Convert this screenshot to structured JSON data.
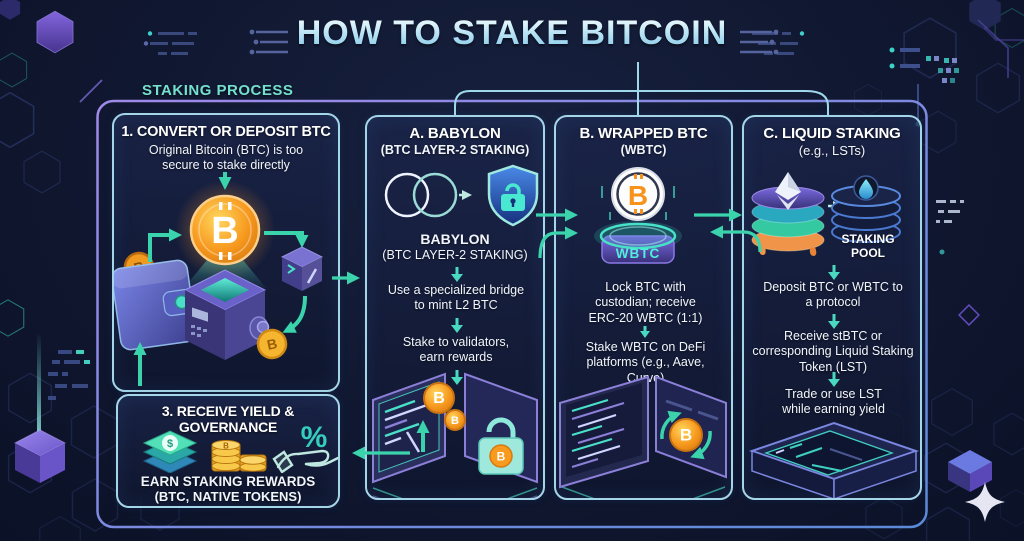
{
  "title": "HOW TO STAKE BITCOIN",
  "section_label": "STAKING PROCESS",
  "colors": {
    "background": "#101730",
    "box_border": "#a5d6e8",
    "outer_border_purple": "#a08ae8",
    "outer_border_blue": "#5a8ad8",
    "accent_teal": "#3bd3ab",
    "btc_orange": "#f7931a",
    "title_blue": "#bfe6f6"
  },
  "step1_box": {
    "heading": "1. CONVERT OR DEPOSIT BTC",
    "body": "Original Bitcoin (BTC) is too secure to stake directly"
  },
  "step3_box": {
    "heading": "3. RECEIVE YIELD & GOVERNANCE",
    "reward_line1": "EARN STAKING REWARDS",
    "reward_line2": "(BTC, NATIVE TOKENS)"
  },
  "option_a": {
    "heading": "A. BABYLON",
    "subheading": "(BTC LAYER-2 STAKING)",
    "label": "BABYLON",
    "label_sub": "(BTC LAYER-2 STAKING)",
    "step1": "Use a specialized bridge to mint L2 BTC",
    "step2": "Stake to validators, earn rewards"
  },
  "option_b": {
    "heading": "B. WRAPPED BTC",
    "subheading": "(WBTC)",
    "coin_label": "WBTC",
    "step1": "Lock BTC with custodian; receive ERC-20 WBTC (1:1)",
    "step2": "Stake WBTC on DeFi platforms (e.g., Aave, Curve)"
  },
  "option_c": {
    "heading": "C. LIQUID STAKING",
    "subheading": "(e.g., LSTs)",
    "pool_label": "STAKING POOL",
    "step1": "Deposit BTC or WBTC to a protocol",
    "step2": "Receive stBTC or corresponding Liquid Staking Token (LST)",
    "step3": "Trade or use LST while earning yield"
  },
  "glyphs": {
    "btc": "B",
    "dollar": "$",
    "percent": "%"
  }
}
